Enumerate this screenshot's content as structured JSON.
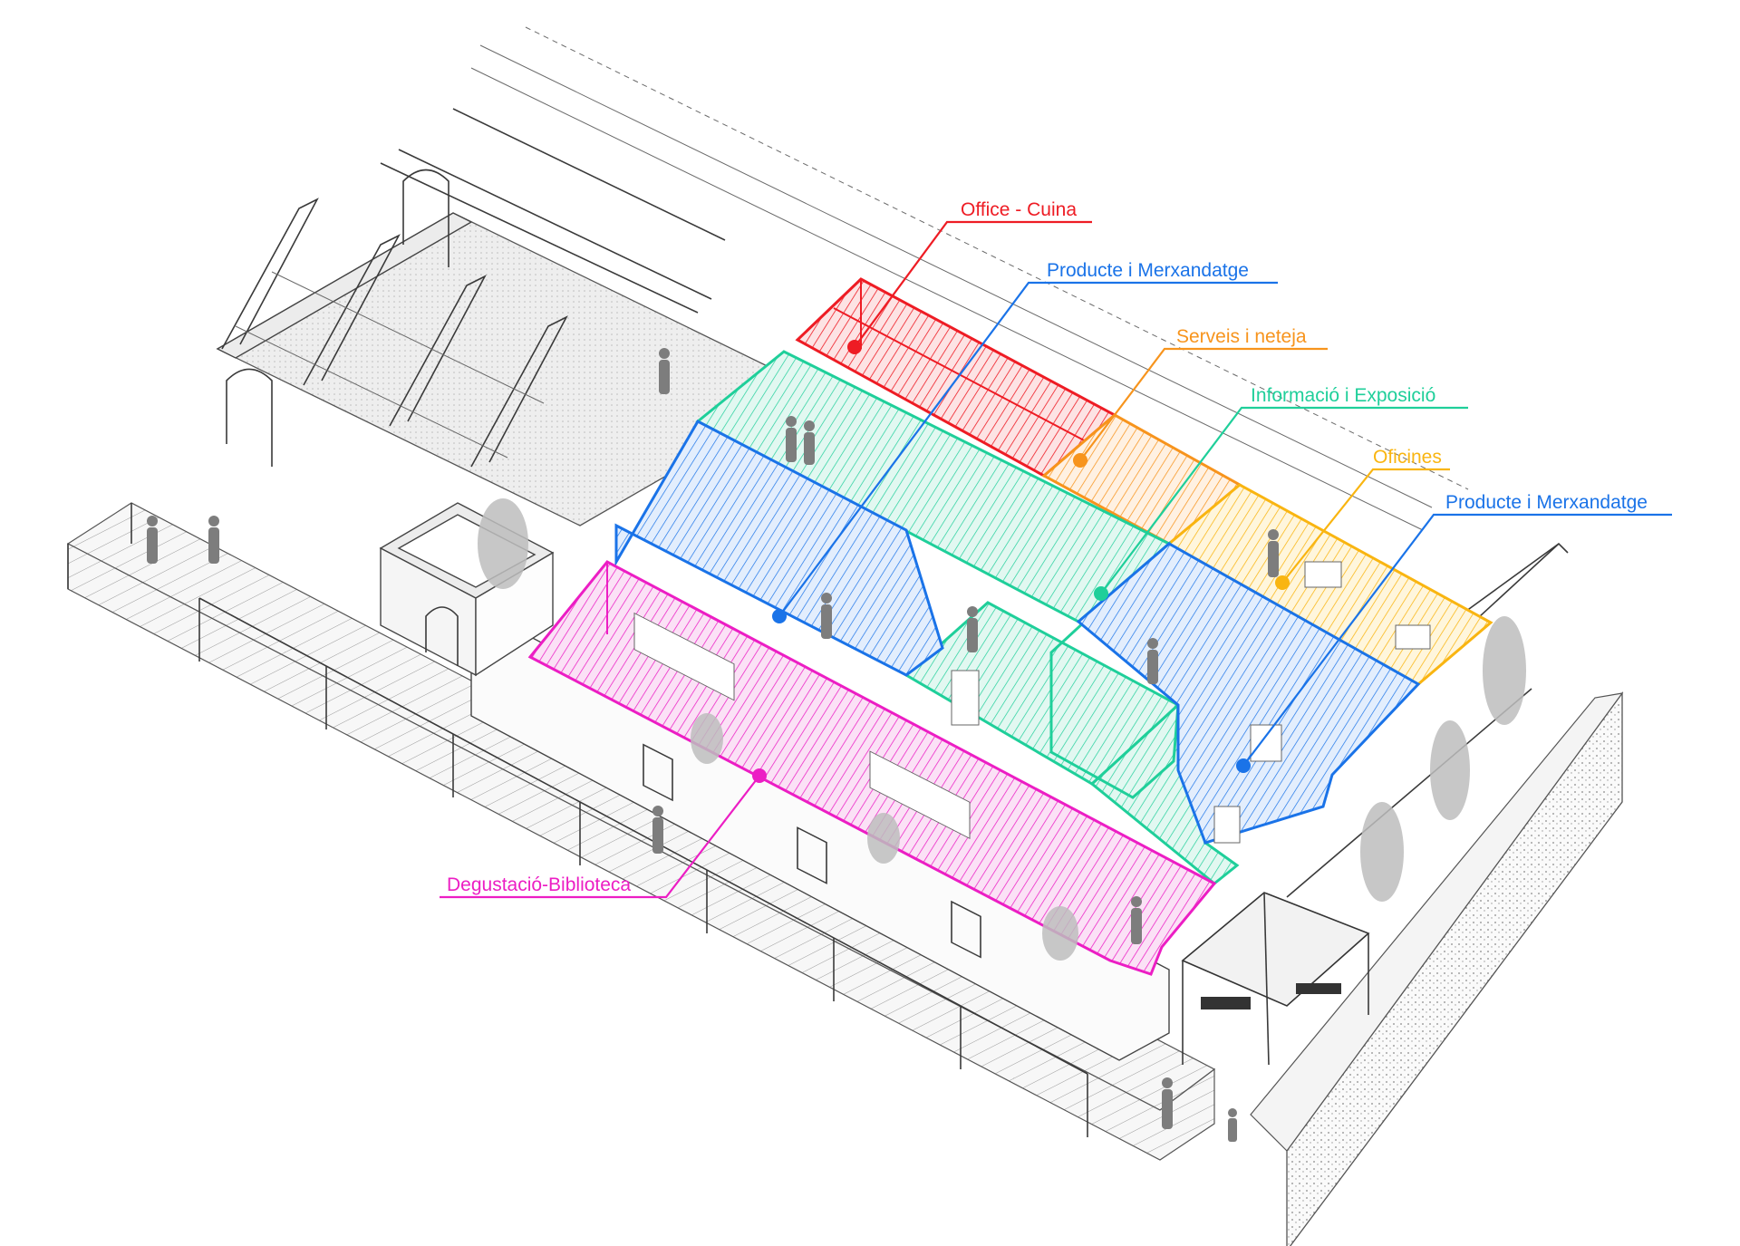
{
  "zones": [
    {
      "id": "office",
      "label": "Office - Cuina",
      "color": "#ee1c24"
    },
    {
      "id": "producte1",
      "label": "Producte i Merxandatge",
      "color": "#1a73e8"
    },
    {
      "id": "serveis",
      "label": "Serveis i neteja",
      "color": "#f7941d"
    },
    {
      "id": "informacio",
      "label": "Informació i Exposició",
      "color": "#1fcf9a"
    },
    {
      "id": "oficines",
      "label": "Oficines",
      "color": "#f9b511"
    },
    {
      "id": "producte2",
      "label": "Producte i Merxandatge",
      "color": "#1a73e8"
    },
    {
      "id": "degustacio",
      "label": "Degustació-Biblioteca",
      "color": "#ec1ec4"
    }
  ]
}
